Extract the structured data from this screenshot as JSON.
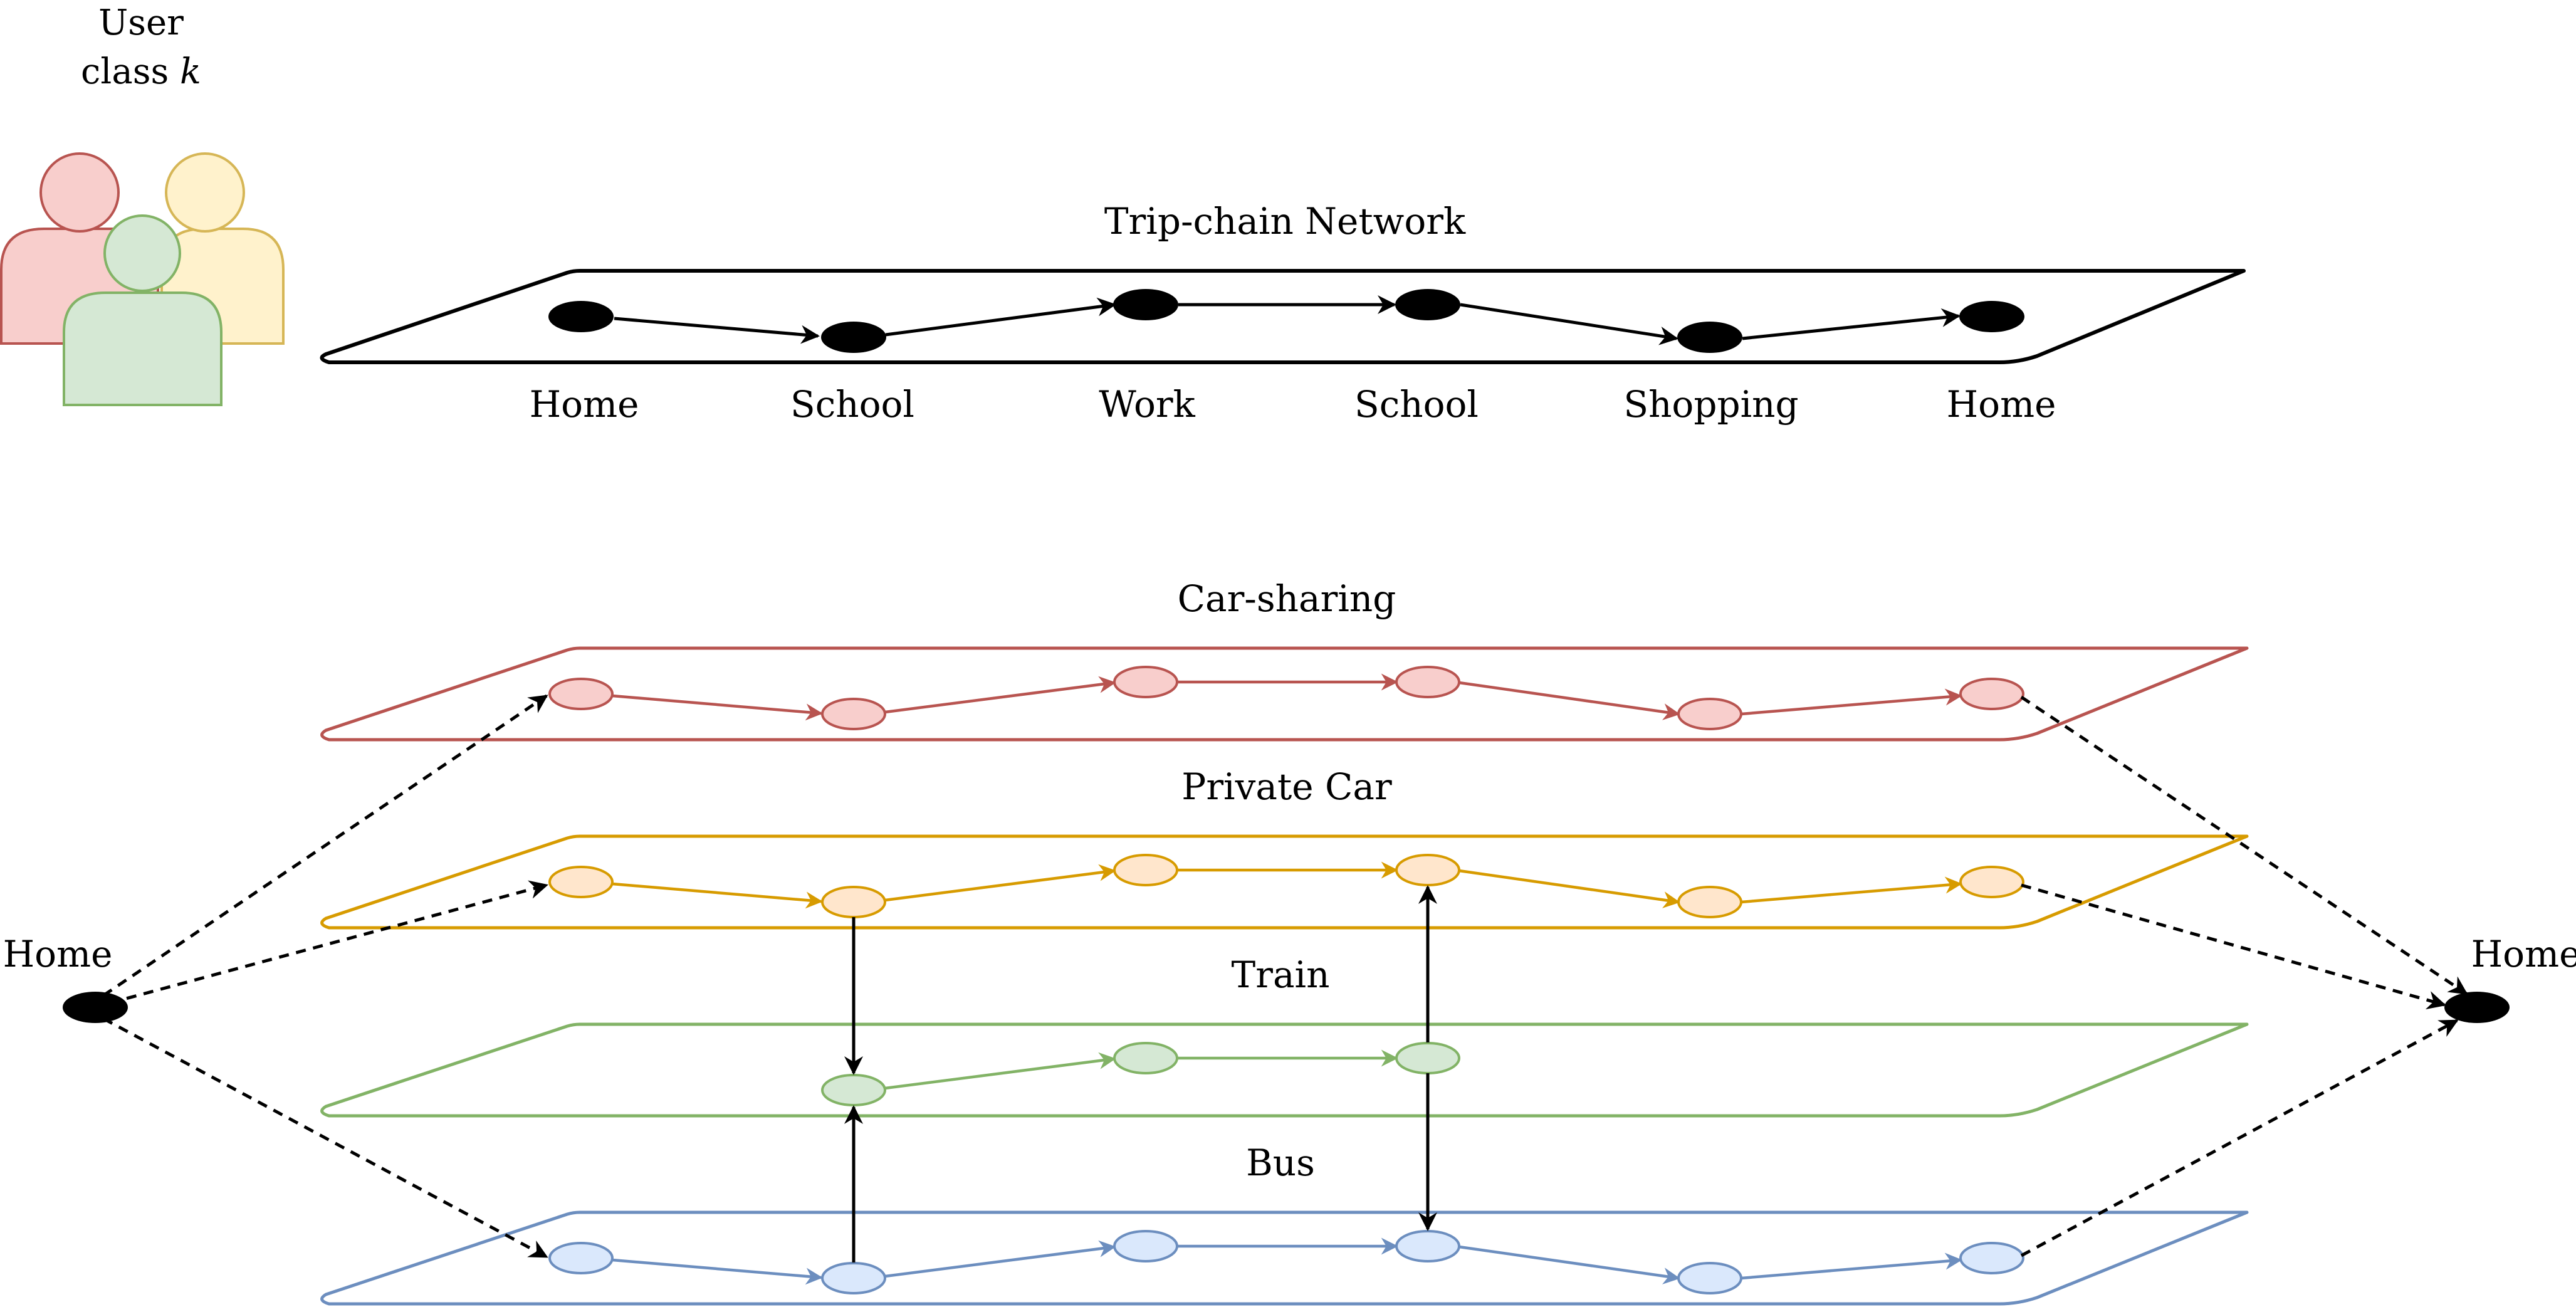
{
  "user": {
    "line1": "User",
    "line2": "class",
    "var": "k"
  },
  "trip_chain": {
    "title": "Trip-chain Network",
    "stops": [
      "Home",
      "School",
      "Work",
      "School",
      "Shopping",
      "Home"
    ]
  },
  "layers": [
    {
      "name": "Car-sharing",
      "stroke": "#b85450",
      "fill": "#f8cecc"
    },
    {
      "name": "Private Car",
      "stroke": "#d79b00",
      "fill": "#ffe6cc"
    },
    {
      "name": "Train",
      "stroke": "#82b366",
      "fill": "#d5e8d4"
    },
    {
      "name": "Bus",
      "stroke": "#6c8ebf",
      "fill": "#dae8fc"
    }
  ],
  "endpoints": {
    "left": "Home",
    "right": "Home"
  },
  "colors": {
    "user_red_fill": "#f8cecc",
    "user_red_stroke": "#b85450",
    "user_yellow_fill": "#fff2cc",
    "user_yellow_stroke": "#d6b656",
    "user_green_fill": "#d5e8d4",
    "user_green_stroke": "#82b366"
  }
}
